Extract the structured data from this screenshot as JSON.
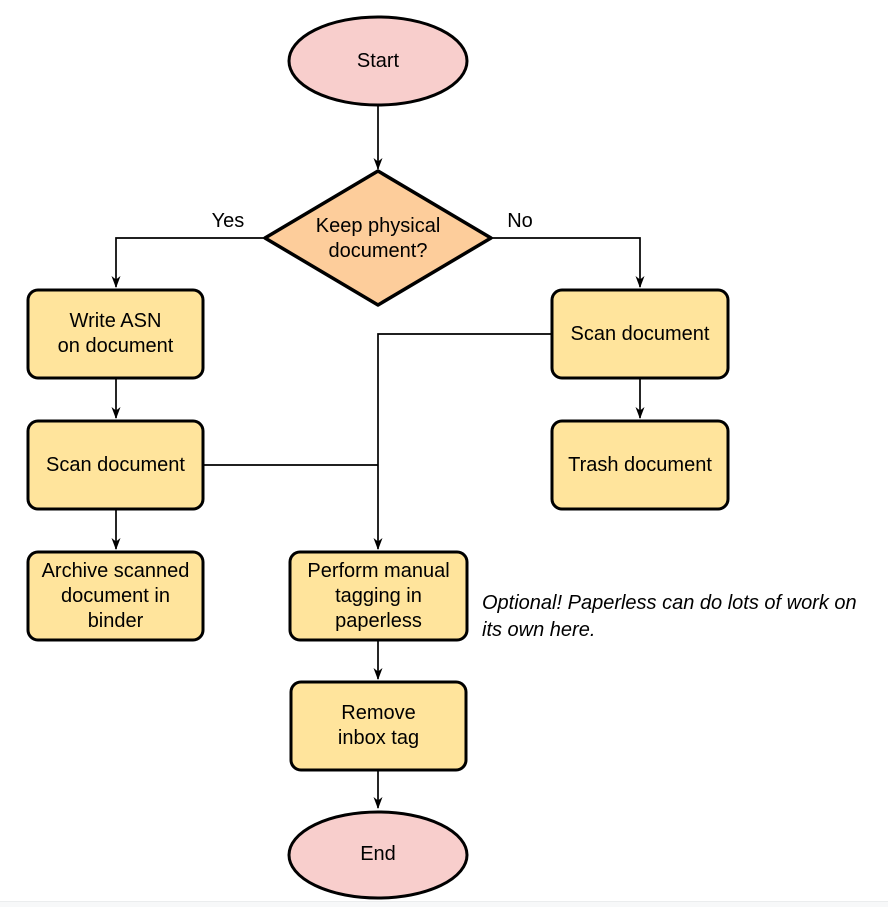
{
  "diagram": {
    "nodes": {
      "start": {
        "label": "Start",
        "shape": "ellipse"
      },
      "decision": {
        "label": "Keep physical\ndocument?",
        "shape": "diamond"
      },
      "write_asn": {
        "label": "Write ASN\non document",
        "shape": "rect"
      },
      "scan_left": {
        "label": "Scan document",
        "shape": "rect"
      },
      "archive": {
        "label": "Archive scanned\ndocument in\nbinder",
        "shape": "rect"
      },
      "scan_right": {
        "label": "Scan document",
        "shape": "rect"
      },
      "trash": {
        "label": "Trash document",
        "shape": "rect"
      },
      "tagging": {
        "label": "Perform manual\ntagging in\npaperless",
        "shape": "rect"
      },
      "remove_inbox": {
        "label": "Remove\ninbox tag",
        "shape": "rect"
      },
      "end": {
        "label": "End",
        "shape": "ellipse"
      }
    },
    "edge_labels": {
      "yes": "Yes",
      "no": "No"
    },
    "note": "Optional! Paperless can do lots of work on\nits own here.",
    "colors": {
      "terminal_fill": "#f8cecc",
      "decision_fill": "#fdcd9b",
      "process_fill": "#ffe49c",
      "stroke": "#000000"
    }
  }
}
